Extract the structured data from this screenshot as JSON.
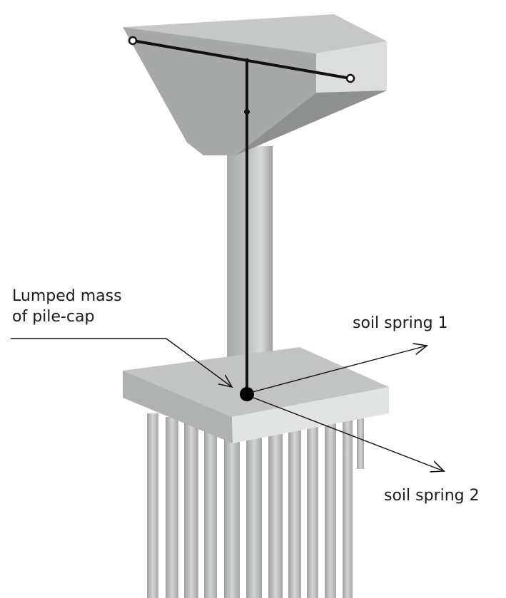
{
  "labels": {
    "lumped_mass": [
      "Lumped mass",
      "of pile-cap"
    ],
    "soil_spring_1": "soil spring 1",
    "soil_spring_2": "soil spring 2"
  },
  "colors": {
    "concrete_light": "#c4c6c6",
    "concrete_mid": "#a8aaaa",
    "concrete_dark": "#8c8e8e",
    "line": "#111111"
  }
}
